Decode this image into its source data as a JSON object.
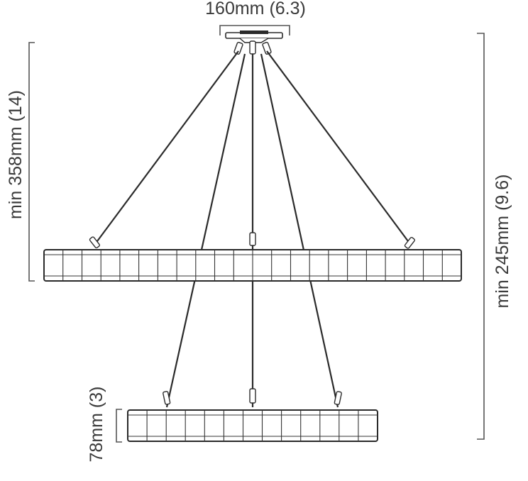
{
  "dimensions": {
    "canopy_width": "160mm (6.3)",
    "upper_drop": "min 358mm (14)",
    "total_drop": "min 245mm (9.6)",
    "lower_ring_height": "78mm (3)"
  }
}
